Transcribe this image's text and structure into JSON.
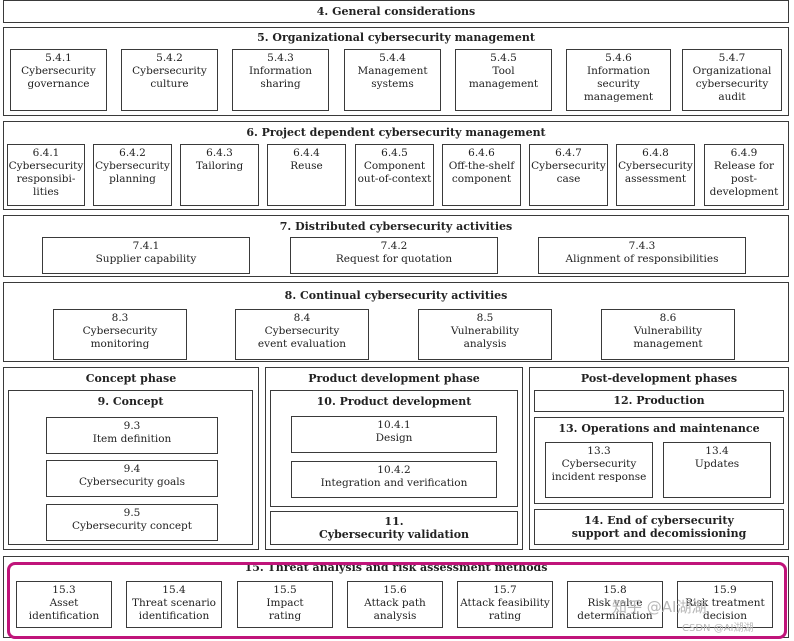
{
  "sec4": {
    "title": "4. General considerations"
  },
  "sec5": {
    "title": "5. Organizational cybersecurity management",
    "items": [
      {
        "code": "5.4.1",
        "label": "Cybersecurity\ngovernance"
      },
      {
        "code": "5.4.2",
        "label": "Cybersecurity\nculture"
      },
      {
        "code": "5.4.3",
        "label": "Information\nsharing"
      },
      {
        "code": "5.4.4",
        "label": "Management\nsystems"
      },
      {
        "code": "5.4.5",
        "label": "Tool\nmanagement"
      },
      {
        "code": "5.4.6",
        "label": "Information\nsecurity\nmanagement"
      },
      {
        "code": "5.4.7",
        "label": "Organizational\ncybersecurity\naudit"
      }
    ]
  },
  "sec6": {
    "title": "6. Project dependent cybersecurity management",
    "items": [
      {
        "code": "6.4.1",
        "label": "Cybersecurity\nresponsibi-\nlities"
      },
      {
        "code": "6.4.2",
        "label": "Cybersecurity\nplanning"
      },
      {
        "code": "6.4.3",
        "label": "Tailoring"
      },
      {
        "code": "6.4.4",
        "label": "Reuse"
      },
      {
        "code": "6.4.5",
        "label": "Component\nout-of-context"
      },
      {
        "code": "6.4.6",
        "label": "Off-the-shelf\ncomponent"
      },
      {
        "code": "6.4.7",
        "label": "Cybersecurity\ncase"
      },
      {
        "code": "6.4.8",
        "label": "Cybersecurity\nassessment"
      },
      {
        "code": "6.4.9",
        "label": "Release for\npost-\ndevelopment"
      }
    ]
  },
  "sec7": {
    "title": "7. Distributed cybersecurity activities",
    "items": [
      {
        "code": "7.4.1",
        "label": "Supplier capability"
      },
      {
        "code": "7.4.2",
        "label": "Request for quotation"
      },
      {
        "code": "7.4.3",
        "label": "Alignment of responsibilities"
      }
    ]
  },
  "sec8": {
    "title": "8. Continual cybersecurity activities",
    "items": [
      {
        "code": "8.3",
        "label": "Cybersecurity\nmonitoring"
      },
      {
        "code": "8.4",
        "label": "Cybersecurity\nevent evaluation"
      },
      {
        "code": "8.5",
        "label": "Vulnerability\nanalysis"
      },
      {
        "code": "8.6",
        "label": "Vulnerability\nmanagement"
      }
    ]
  },
  "concept": {
    "phase": "Concept phase",
    "title": "9. Concept",
    "items": [
      {
        "code": "9.3",
        "label": "Item definition"
      },
      {
        "code": "9.4",
        "label": "Cybersecurity goals"
      },
      {
        "code": "9.5",
        "label": "Cybersecurity concept"
      }
    ]
  },
  "product": {
    "phase": "Product development phase",
    "title": "10. Product development",
    "items": [
      {
        "code": "10.4.1",
        "label": "Design"
      },
      {
        "code": "10.4.2",
        "label": "Integration and verification"
      }
    ],
    "validation": "11.\nCybersecurity validation"
  },
  "post": {
    "phase": "Post-development phases",
    "production": "12. Production",
    "operations": "13. Operations and maintenance",
    "items": [
      {
        "code": "13.3",
        "label": "Cybersecurity\nincident response"
      },
      {
        "code": "13.4",
        "label": "Updates"
      }
    ],
    "end": "14. End of cybersecurity\nsupport and decomissioning"
  },
  "sec15": {
    "title": "15. Threat analysis and risk assessment methods",
    "items": [
      {
        "code": "15.3",
        "label": "Asset\nidentification"
      },
      {
        "code": "15.4",
        "label": "Threat scenario\nidentification"
      },
      {
        "code": "15.5",
        "label": "Impact\nrating"
      },
      {
        "code": "15.6",
        "label": "Attack path\nanalysis"
      },
      {
        "code": "15.7",
        "label": "Attack feasibility\nrating"
      },
      {
        "code": "15.8",
        "label": "Risk value\ndetermination"
      },
      {
        "code": "15.9",
        "label": "Risk treatment\ndecision"
      }
    ]
  },
  "watermark": {
    "main": "知乎 @AI湖湖",
    "sub": "CSDN @AI湖湖"
  },
  "colors": {
    "highlight": "#c0147a",
    "border": "#3a3a3a"
  }
}
